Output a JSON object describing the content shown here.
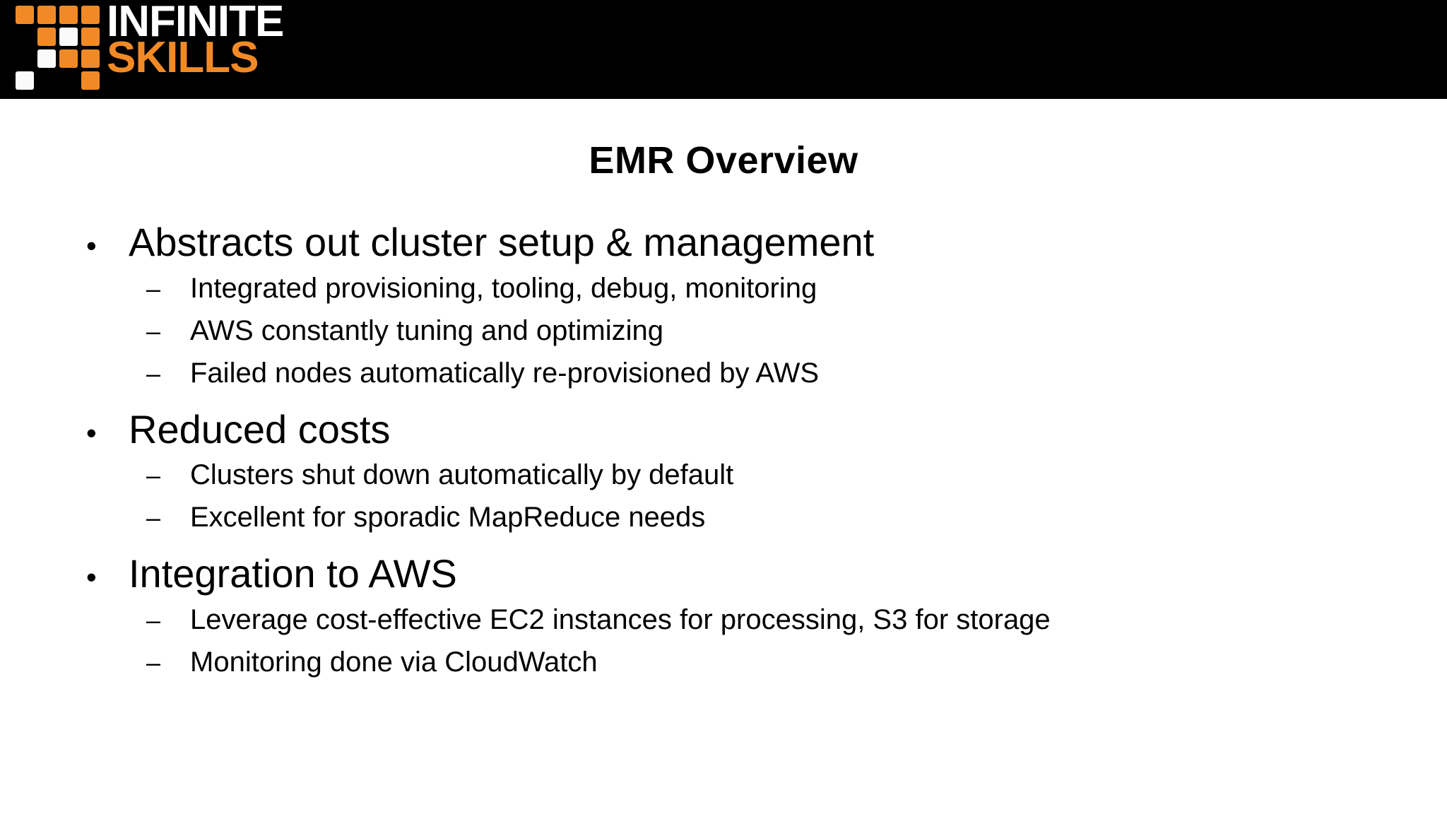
{
  "branding": {
    "logo": {
      "name": "infinite-skills-logo",
      "word_top": "INFINITE",
      "word_bottom": "SKILLS",
      "orange_hex": "#F18A26",
      "white_hex": "#FAFAFA",
      "banner_hex": "#000000",
      "grid_rows": [
        [
          "orange",
          "orange",
          "orange",
          "orange"
        ],
        [
          "empty",
          "orange",
          "white",
          "orange"
        ],
        [
          "empty",
          "white",
          "orange",
          "orange"
        ],
        [
          "white",
          "empty",
          "empty",
          "orange"
        ]
      ]
    }
  },
  "slide": {
    "title": "EMR Overview",
    "markers": {
      "level1": "•",
      "level2": "–"
    },
    "bullets": [
      {
        "text": "Abstracts out cluster setup & management",
        "sub": [
          "Integrated provisioning, tooling, debug, monitoring",
          "AWS constantly tuning and optimizing",
          "Failed nodes automatically re-provisioned by AWS"
        ]
      },
      {
        "text": "Reduced costs",
        "sub": [
          "Clusters shut down automatically by default",
          "Excellent for sporadic MapReduce needs"
        ]
      },
      {
        "text": "Integration to AWS",
        "sub": [
          "Leverage cost-effective EC2 instances for processing, S3 for storage",
          "Monitoring done via CloudWatch"
        ]
      }
    ]
  }
}
